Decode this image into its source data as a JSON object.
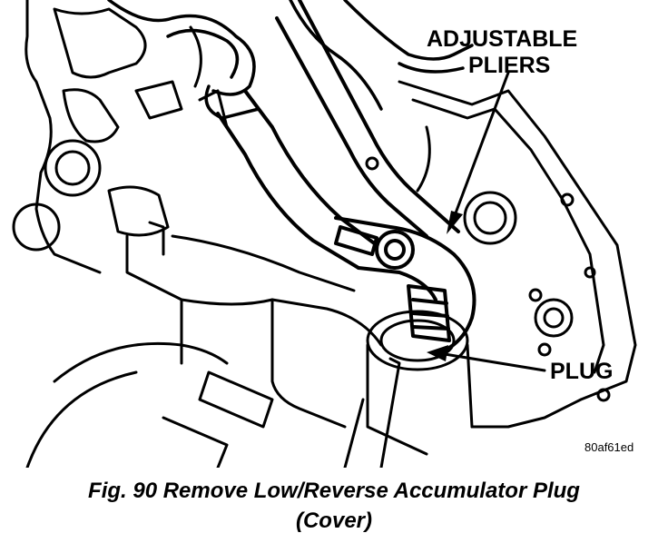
{
  "callouts": {
    "pliers_line1": "ADJUSTABLE",
    "pliers_line2": "PLIERS",
    "plug": "PLUG"
  },
  "figure_id": "80af61ed",
  "caption": {
    "line1": "Fig. 90 Remove Low/Reverse Accumulator Plug",
    "line2": "(Cover)"
  },
  "colors": {
    "ink": "#000000",
    "paper": "#ffffff"
  }
}
